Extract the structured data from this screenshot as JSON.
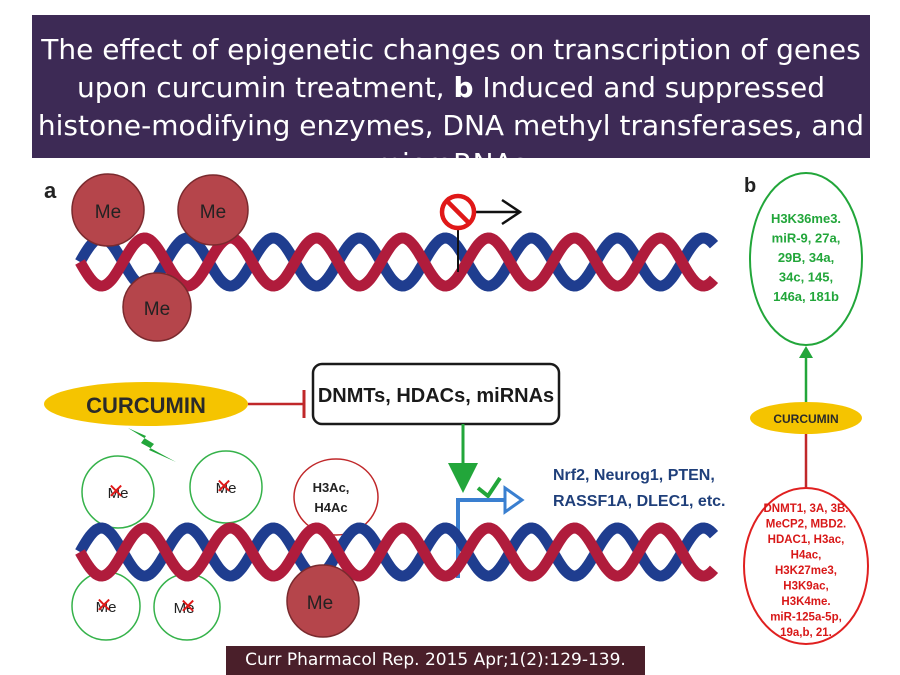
{
  "title": {
    "part1": "The effect of epigenetic changes on transcription of genes upon curcumin treatment, ",
    "bold": "b",
    "part2": " Induced and suppressed histone-modifying enzymes, DNA methyl transferases, and microRNAs"
  },
  "panel_a": {
    "label": "a",
    "me_label": "Me",
    "curcumin": "CURCUMIN",
    "inhibited_box": "DNMTs, HDACs, miRNAs",
    "acetyl_line1": "H3Ac,",
    "acetyl_line2": "H4Ac",
    "genes_line1": "Nrf2, Neurog1, PTEN,",
    "genes_line2": "RASSF1A, DLEC1, etc."
  },
  "panel_b": {
    "label": "b",
    "curcumin": "CURCUMIN",
    "induced": [
      "H3K36me3.",
      "miR-9, 27a,",
      "29B, 34a,",
      "34c, 145,",
      "146a, 181b"
    ],
    "suppressed": [
      "DNMT1, 3A, 3B.",
      "MeCP2, MBD2.",
      "HDAC1, H3ac,",
      "H4ac,",
      "H3K27me3,",
      "H3K9ac,",
      "H3K4me.",
      "miR-125a-5p,",
      "19a,b, 21."
    ]
  },
  "citation": "Curr Pharmacol Rep. 2015 Apr;1(2):129-139.",
  "colors": {
    "title_bg": "#3d2a55",
    "dna_red": "#b01c3c",
    "dna_blue": "#1f3d8f",
    "me_circle": "#b5454b",
    "curcumin_yellow": "#f5c400",
    "induced_green": "#22a63a",
    "suppressed_red": "#e02020",
    "gene_text_blue": "#1f3f7a"
  }
}
